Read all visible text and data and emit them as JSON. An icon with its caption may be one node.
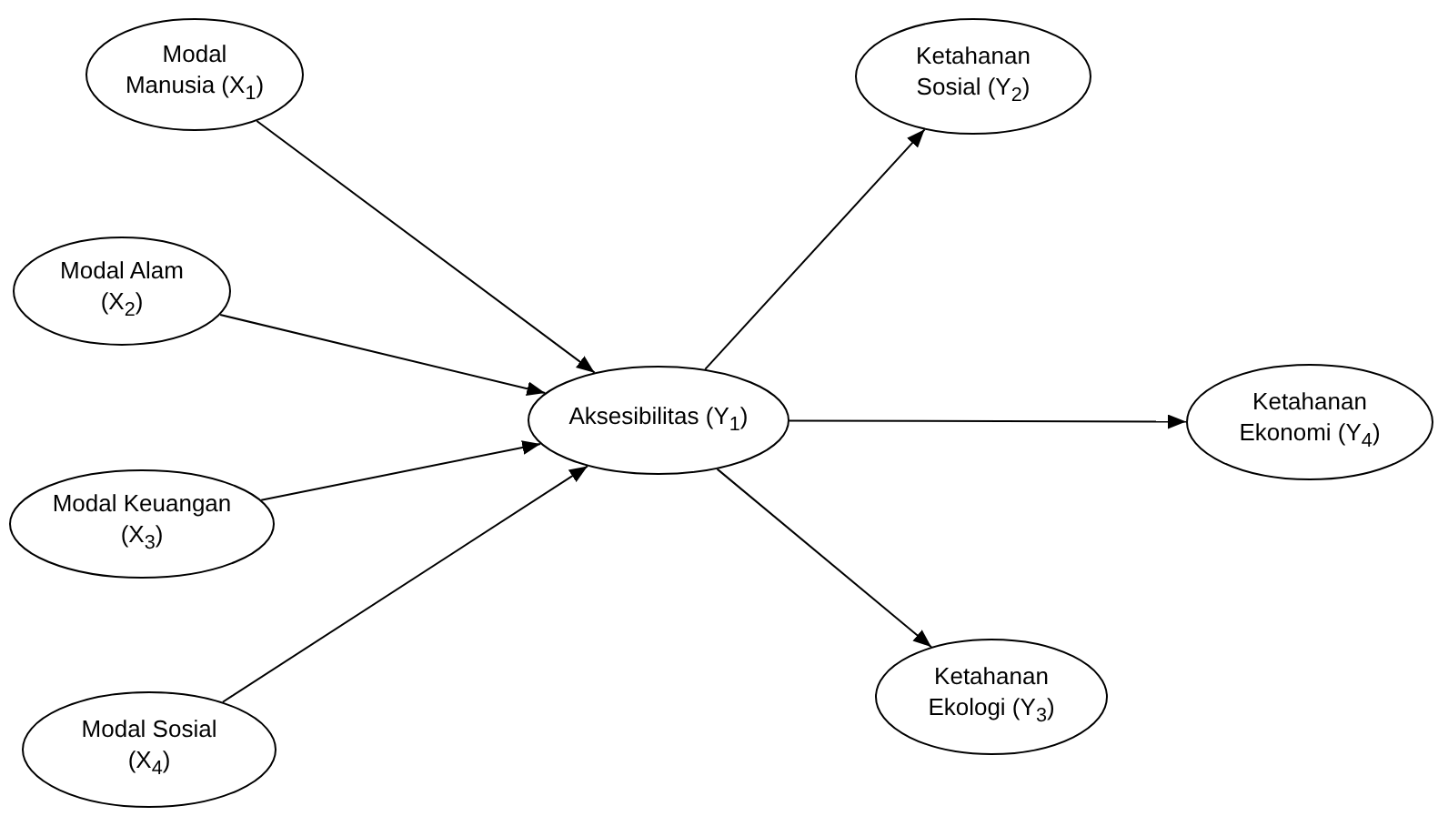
{
  "diagram": {
    "nodes": [
      {
        "text": [
          "Modal Manusia (X$_{1}$)"
        ]
      },
      {
        "text": [
          "Modal Alam (X$_{2}$)"
        ]
      },
      {
        "text": [
          "Modal Keuangan (X$_{3}$)"
        ]
      },
      {
        "text": [
          "Modal Sosial (X$_{4}$)"
        ]
      },
      {
        "text": [
          "Aksesibilitas (Y$_{1}$)"
        ]
      },
      {
        "text": [
          "Ketahanan Sosial (Y$_{2}$)"
        ]
      },
      {
        "text": [
          "Ketahanan Ekonomi (Y$_{4}$)"
        ]
      },
      {
        "text": [
          "Ketahanan Ekologi (Y$_{3}$)"
        ]
      }
    ],
    "edges": [
      {
        "from": 0,
        "to": 4,
        "arrow": "to"
      },
      {
        "from": 1,
        "to": 4,
        "arrow": "to"
      },
      {
        "from": 2,
        "to": 4,
        "arrow": "to"
      },
      {
        "from": 3,
        "to": 4,
        "arrow": "to"
      },
      {
        "from": 4,
        "to": 5,
        "arrow": "to"
      },
      {
        "from": 4,
        "to": 6,
        "arrow": "to"
      },
      {
        "from": 4,
        "to": 7,
        "arrow": "to"
      }
    ]
  }
}
